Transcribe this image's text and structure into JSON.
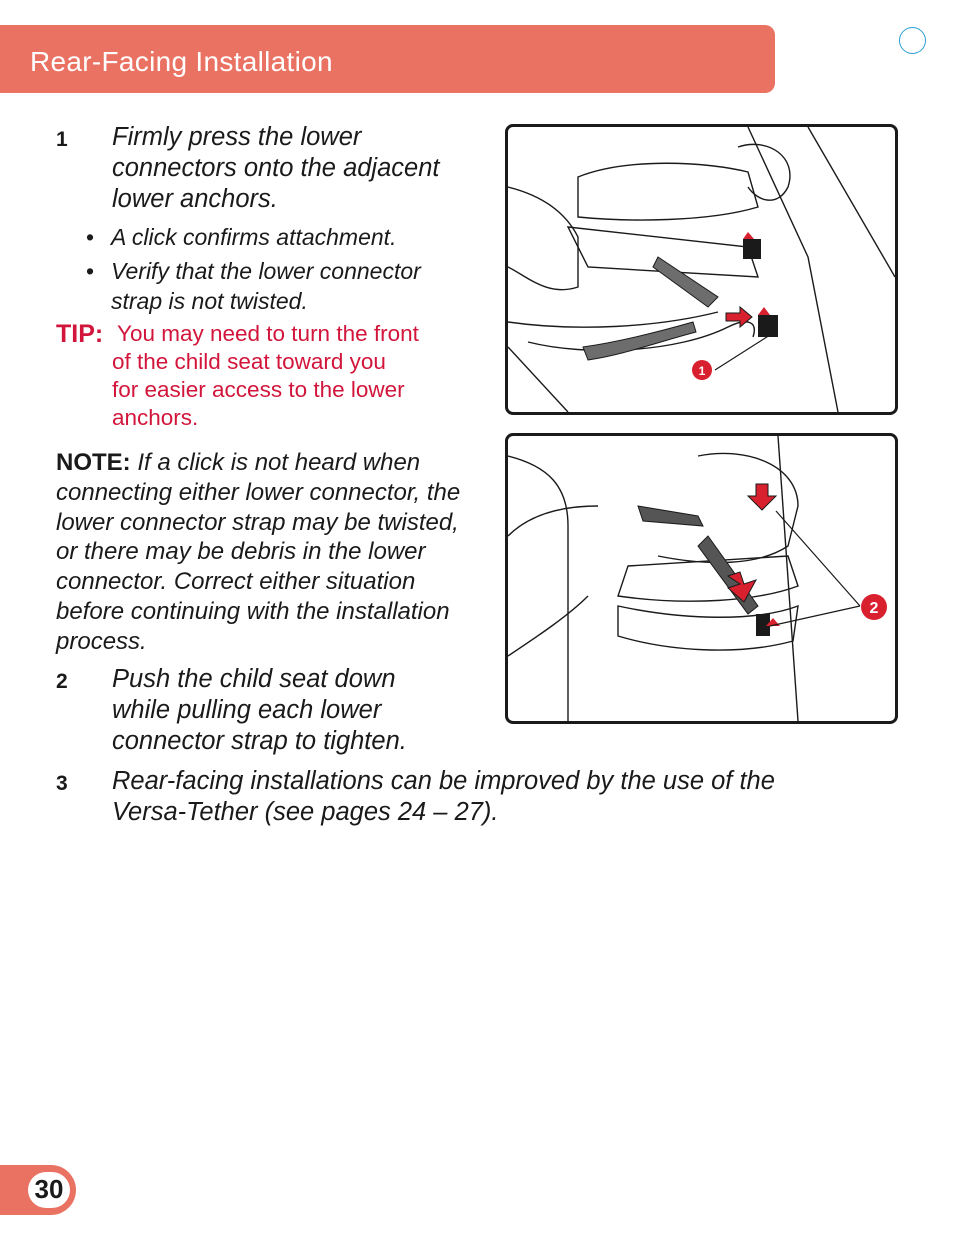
{
  "header": {
    "title": "Rear-Facing Installation"
  },
  "steps": {
    "s1": {
      "num": "1",
      "lines": [
        "Firmly press the lower",
        "connectors onto the adjacent",
        "lower anchors."
      ]
    },
    "bullets": [
      {
        "dot": "•",
        "lines": [
          "A click confirms attachment."
        ]
      },
      {
        "dot": "•",
        "lines": [
          "Verify that the lower connector",
          "strap is not twisted."
        ]
      }
    ],
    "s2": {
      "num": "2",
      "lines": [
        "Push the child seat down",
        "while pulling each lower",
        "connector strap to tighten."
      ]
    },
    "s3": {
      "num": "3",
      "lines": [
        "Rear-facing installations can be improved by the use of the",
        "Versa-Tether (see pages 24 – 27)."
      ]
    }
  },
  "tip": {
    "label": "TIP:",
    "lines": [
      "You may need to turn the front",
      "of the child seat toward you",
      "for easier access to the lower",
      "anchors."
    ]
  },
  "note": {
    "label": "NOTE:",
    "body": " If a click is not heard when connecting either lower connector, the lower connector strap may be twisted, or there may be debris in the lower connector. Correct either situation before continuing with the installation process."
  },
  "figures": {
    "fig1": {
      "callout": "1"
    },
    "fig2": {
      "callout": "2"
    }
  },
  "colors": {
    "accent": "#ea7262",
    "tip_red": "#d2163b",
    "arrow_red": "#d8202e"
  },
  "page": {
    "number": "30"
  }
}
